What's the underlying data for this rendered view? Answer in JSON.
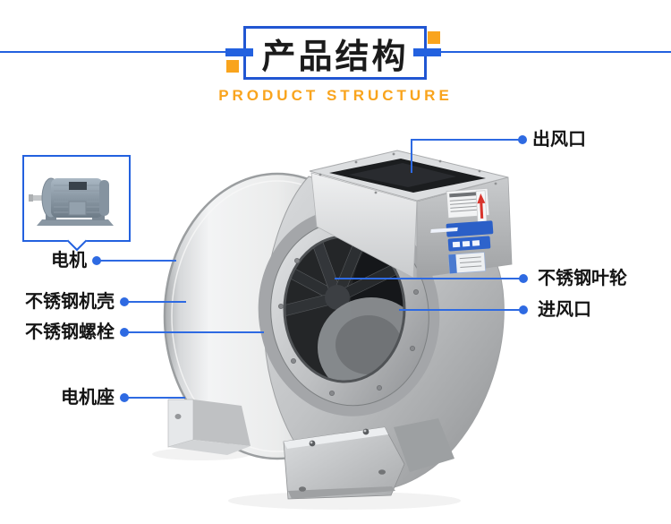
{
  "header": {
    "title": "产品结构",
    "subtitle": "PRODUCT STRUCTURE"
  },
  "callouts": {
    "motor": {
      "label": "电机"
    },
    "casing": {
      "label": "不锈钢机壳"
    },
    "bolts": {
      "label": "不锈钢螺栓"
    },
    "base": {
      "label": "电机座"
    },
    "outlet": {
      "label": "出风口"
    },
    "impeller": {
      "label": "不锈钢叶轮"
    },
    "inlet": {
      "label": "进风口"
    }
  },
  "colors": {
    "accent_blue": "#2361df",
    "accent_orange": "#f9a41d",
    "label_text": "#141414"
  }
}
